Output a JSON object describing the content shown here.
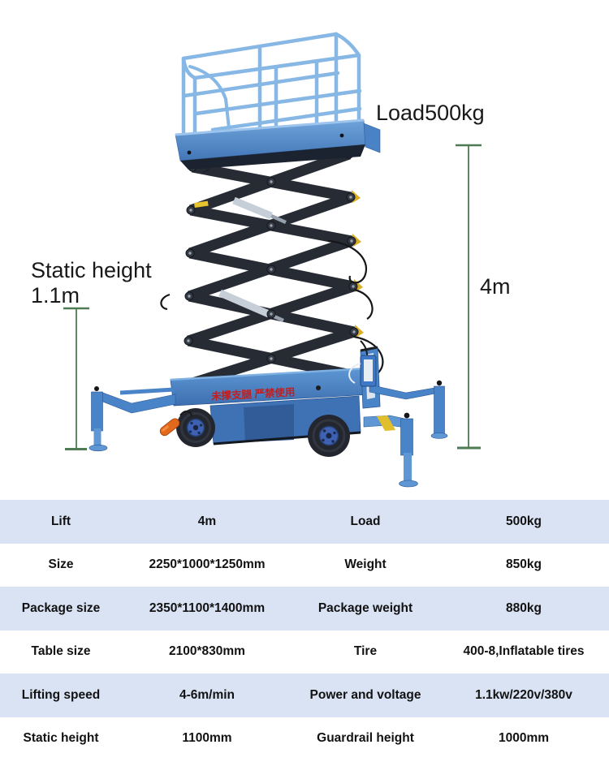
{
  "figure": {
    "annotations": {
      "load": "Load500kg",
      "static_height_line1": "Static height",
      "static_height_line2": "1.1m",
      "lift_height": "4m"
    },
    "machine": {
      "chassis_warning_text": "未撑支腿  严禁使用",
      "colors": {
        "guardrail_blue": "#87b7e5",
        "body_blue": "#4a84c8",
        "deck_blue": "#5b93cf",
        "scissor_dark": "#272b34",
        "tire_dark": "#23262e",
        "hub_blue": "#3e61b4",
        "warning_red": "#c21e1e",
        "accent_yellow": "#d9ae26",
        "handle_orange": "#e2681c"
      }
    },
    "dimension_line_color": "#4e7a54"
  },
  "spec_table": {
    "row_colors": {
      "odd": "#d9e3f3",
      "even": "#ffffff"
    },
    "rows": [
      {
        "label1": "Lift",
        "value1": "4m",
        "label2": "Load",
        "value2": "500kg"
      },
      {
        "label1": "Size",
        "value1": "2250*1000*1250mm",
        "label2": "Weight",
        "value2": "850kg"
      },
      {
        "label1": "Package size",
        "value1": "2350*1100*1400mm",
        "label2": "Package weight",
        "value2": "880kg"
      },
      {
        "label1": "Table size",
        "value1": "2100*830mm",
        "label2": "Tire",
        "value2": "400-8,Inflatable tires"
      },
      {
        "label1": "Lifting speed",
        "value1": "4-6m/min",
        "label2": "Power and voltage",
        "value2": "1.1kw/220v/380v"
      },
      {
        "label1": "Static height",
        "value1": "1100mm",
        "label2": "Guardrail height",
        "value2": "1000mm"
      }
    ]
  }
}
